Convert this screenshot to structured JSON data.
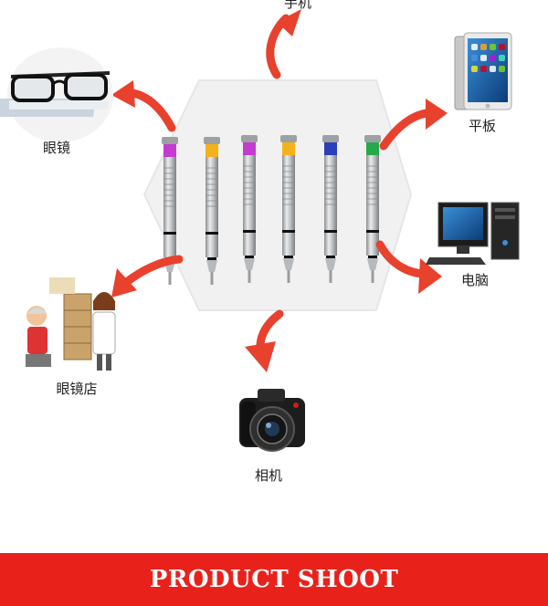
{
  "labels": {
    "phone": "手机",
    "tablet": "平板",
    "glasses": "眼镜",
    "computer": "电脑",
    "optical_shop": "眼镜店",
    "camera": "相机"
  },
  "banner": {
    "title": "PRODUCT SHOOT"
  },
  "screwdrivers": [
    {
      "band_color": "#c53ad0"
    },
    {
      "band_color": "#f3b21a"
    },
    {
      "band_color": "#c53ad0"
    },
    {
      "band_color": "#f3b21a"
    },
    {
      "band_color": "#2d3fb8"
    },
    {
      "band_color": "#27a84a"
    }
  ],
  "colors": {
    "arrow": "#e8412e",
    "banner": "#e8221b"
  }
}
